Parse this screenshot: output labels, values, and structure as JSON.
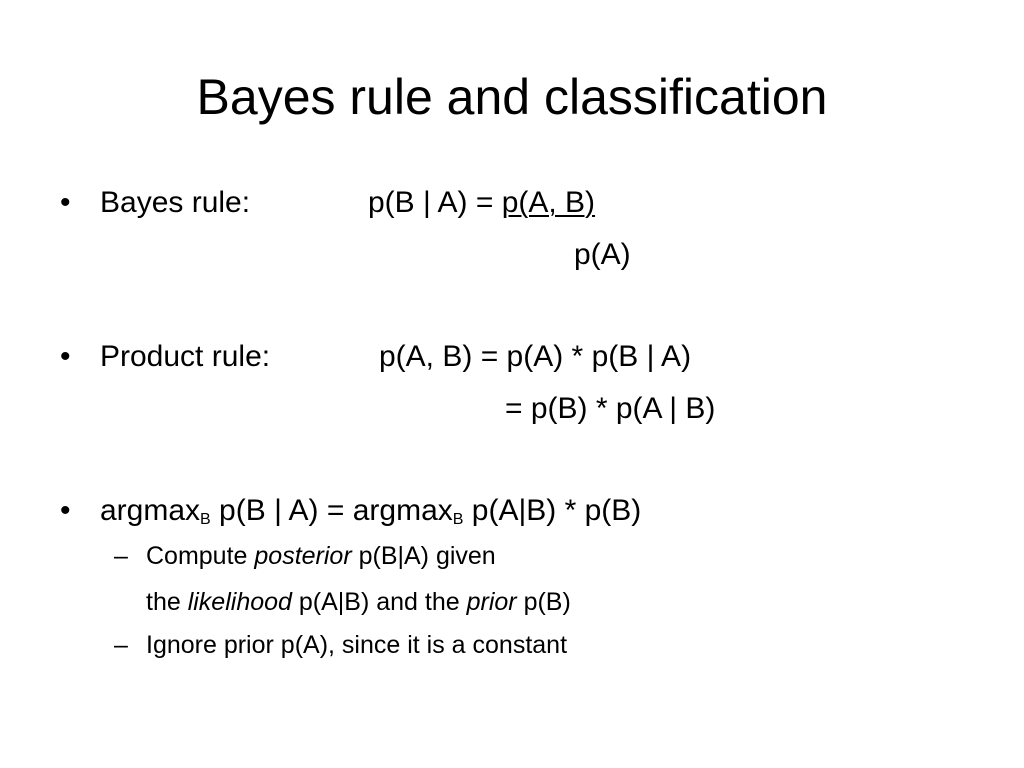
{
  "slide": {
    "title": "Bayes rule and classification"
  },
  "bayes": {
    "label": "Bayes rule:",
    "lhs": "p(B | A) = ",
    "numerator": "p(A, B)",
    "denominator": "p(A)"
  },
  "product": {
    "label": "Product rule:",
    "line1": "p(A, B) = p(A) * p(B | A)",
    "line2": "= p(B) * p(A | B)"
  },
  "argmax": {
    "part1": "argmax",
    "sub1": "B",
    "part2": " p(B | A) = argmax",
    "sub2": "B",
    "part3": " p(A|B) * p(B)"
  },
  "sub_bullets": {
    "b1_l1_a": "Compute ",
    "b1_l1_em": "posterior",
    "b1_l1_b": " p(B|A) given",
    "b1_l2_a": "the ",
    "b1_l2_em": "likelihood",
    "b1_l2_b": " p(A|B) and the ",
    "b1_l2_em2": "prior",
    "b1_l2_c": " p(B)",
    "b2": "Ignore prior p(A), since it is a constant"
  },
  "markers": {
    "bullet": "•",
    "dash": "–"
  }
}
